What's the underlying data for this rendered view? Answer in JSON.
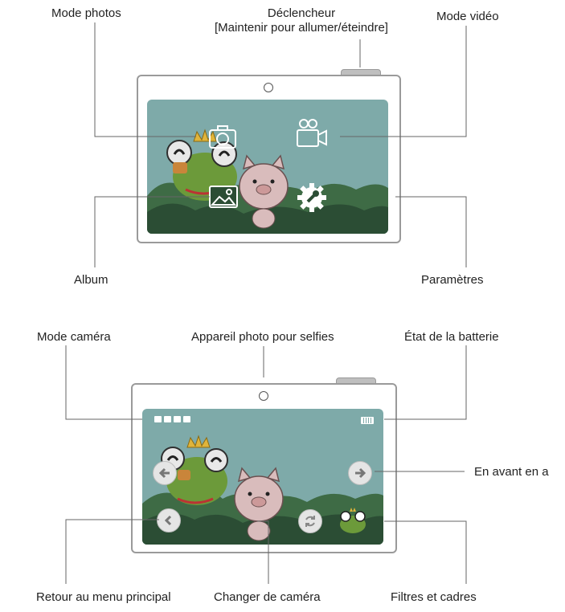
{
  "top": {
    "labels": {
      "photo_mode": "Mode photos",
      "shutter_line1": "Déclencheur",
      "shutter_line2": "[Maintenir pour allumer/éteindre]",
      "video_mode": "Mode vidéo",
      "album": "Album",
      "settings": "Paramètres"
    },
    "icons": [
      "camera-icon",
      "video-camera-icon",
      "gallery-icon",
      "gear-icon"
    ]
  },
  "bottom": {
    "labels": {
      "camera_mode": "Mode caméra",
      "selfie_camera": "Appareil photo pour selfies",
      "battery_state": "État de la batterie",
      "forward": "En avant en a",
      "back_to_menu": "Retour au menu principal",
      "switch_camera": "Changer de caméra",
      "filters": "Filtres et cadres"
    },
    "icons": [
      "arrow-left-icon",
      "arrow-right-icon",
      "chevron-left-icon",
      "rotate-icon",
      "battery-icon",
      "frog-frame-icon"
    ]
  },
  "colors": {
    "screen_bg": "#7eaaa9",
    "bush_dark": "#2b4d34",
    "bush_mid": "#3e6b45",
    "frog": "#6c9a3a",
    "pig": "#d9bcbc",
    "line": "#666666"
  }
}
